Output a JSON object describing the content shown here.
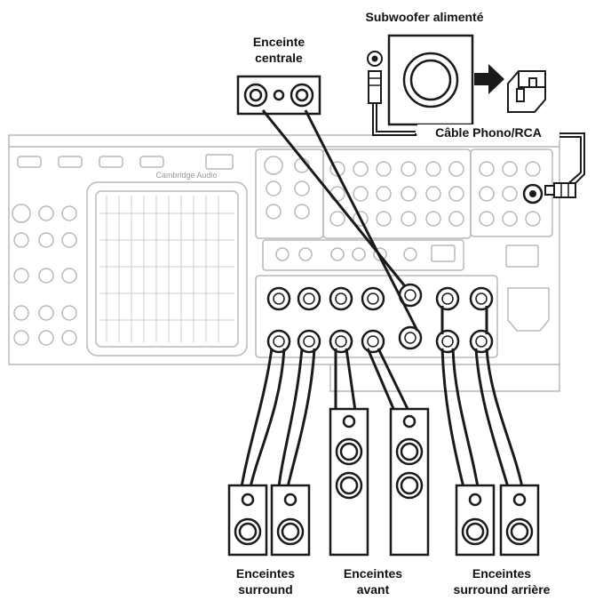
{
  "labels": {
    "subwoofer": "Subwoofer alimenté",
    "center_line1": "Enceinte",
    "center_line2": "centrale",
    "cable": "Câble Phono/RCA",
    "surround_line1": "Enceintes",
    "surround_line2": "surround",
    "front_line1": "Enceintes",
    "front_line2": "avant",
    "rear_line1": "Enceintes",
    "rear_line2": "surround arrière"
  },
  "receiver": {
    "brand": "Cambridge Audio"
  },
  "colors": {
    "line": "#1a1a1a",
    "panel_stroke": "#b8b8b8",
    "background": "#ffffff"
  }
}
